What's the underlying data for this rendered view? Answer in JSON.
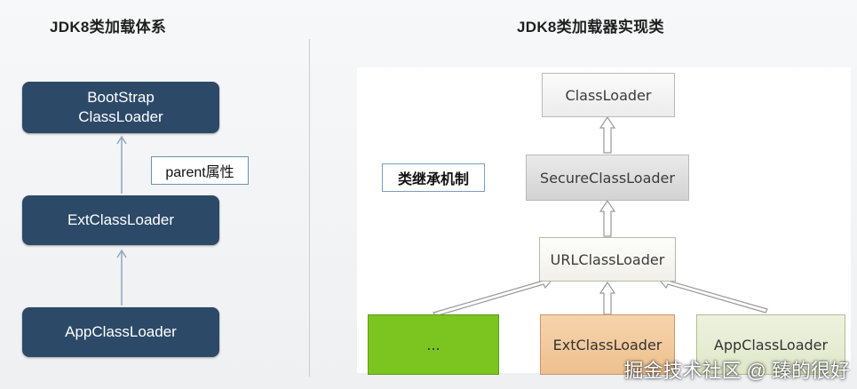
{
  "left_panel": {
    "title": "JDK8类加载体系",
    "boxes": [
      {
        "line1": "BootStrap",
        "line2": "ClassLoader"
      },
      {
        "label": "ExtClassLoader"
      },
      {
        "label": "AppClassLoader"
      }
    ],
    "parent_tag": "parent属性",
    "colors": {
      "box": "#2c4a68",
      "arrow": "#8fa7bf"
    }
  },
  "right_panel": {
    "title": "JDK8类加载器实现类",
    "inheritance_tag": "类继承机制",
    "classes": {
      "class_loader": "ClassLoader",
      "secure_class_loader": "SecureClassLoader",
      "url_class_loader": "URLClassLoader",
      "others": "...",
      "ext_class_loader": "ExtClassLoader",
      "app_class_loader": "AppClassLoader"
    },
    "colors": {
      "others": "#7cc520",
      "ext": "#f2c79a",
      "app": "#e4ecd4"
    }
  },
  "watermark": "掘金技术社区 @ 臻的很好"
}
